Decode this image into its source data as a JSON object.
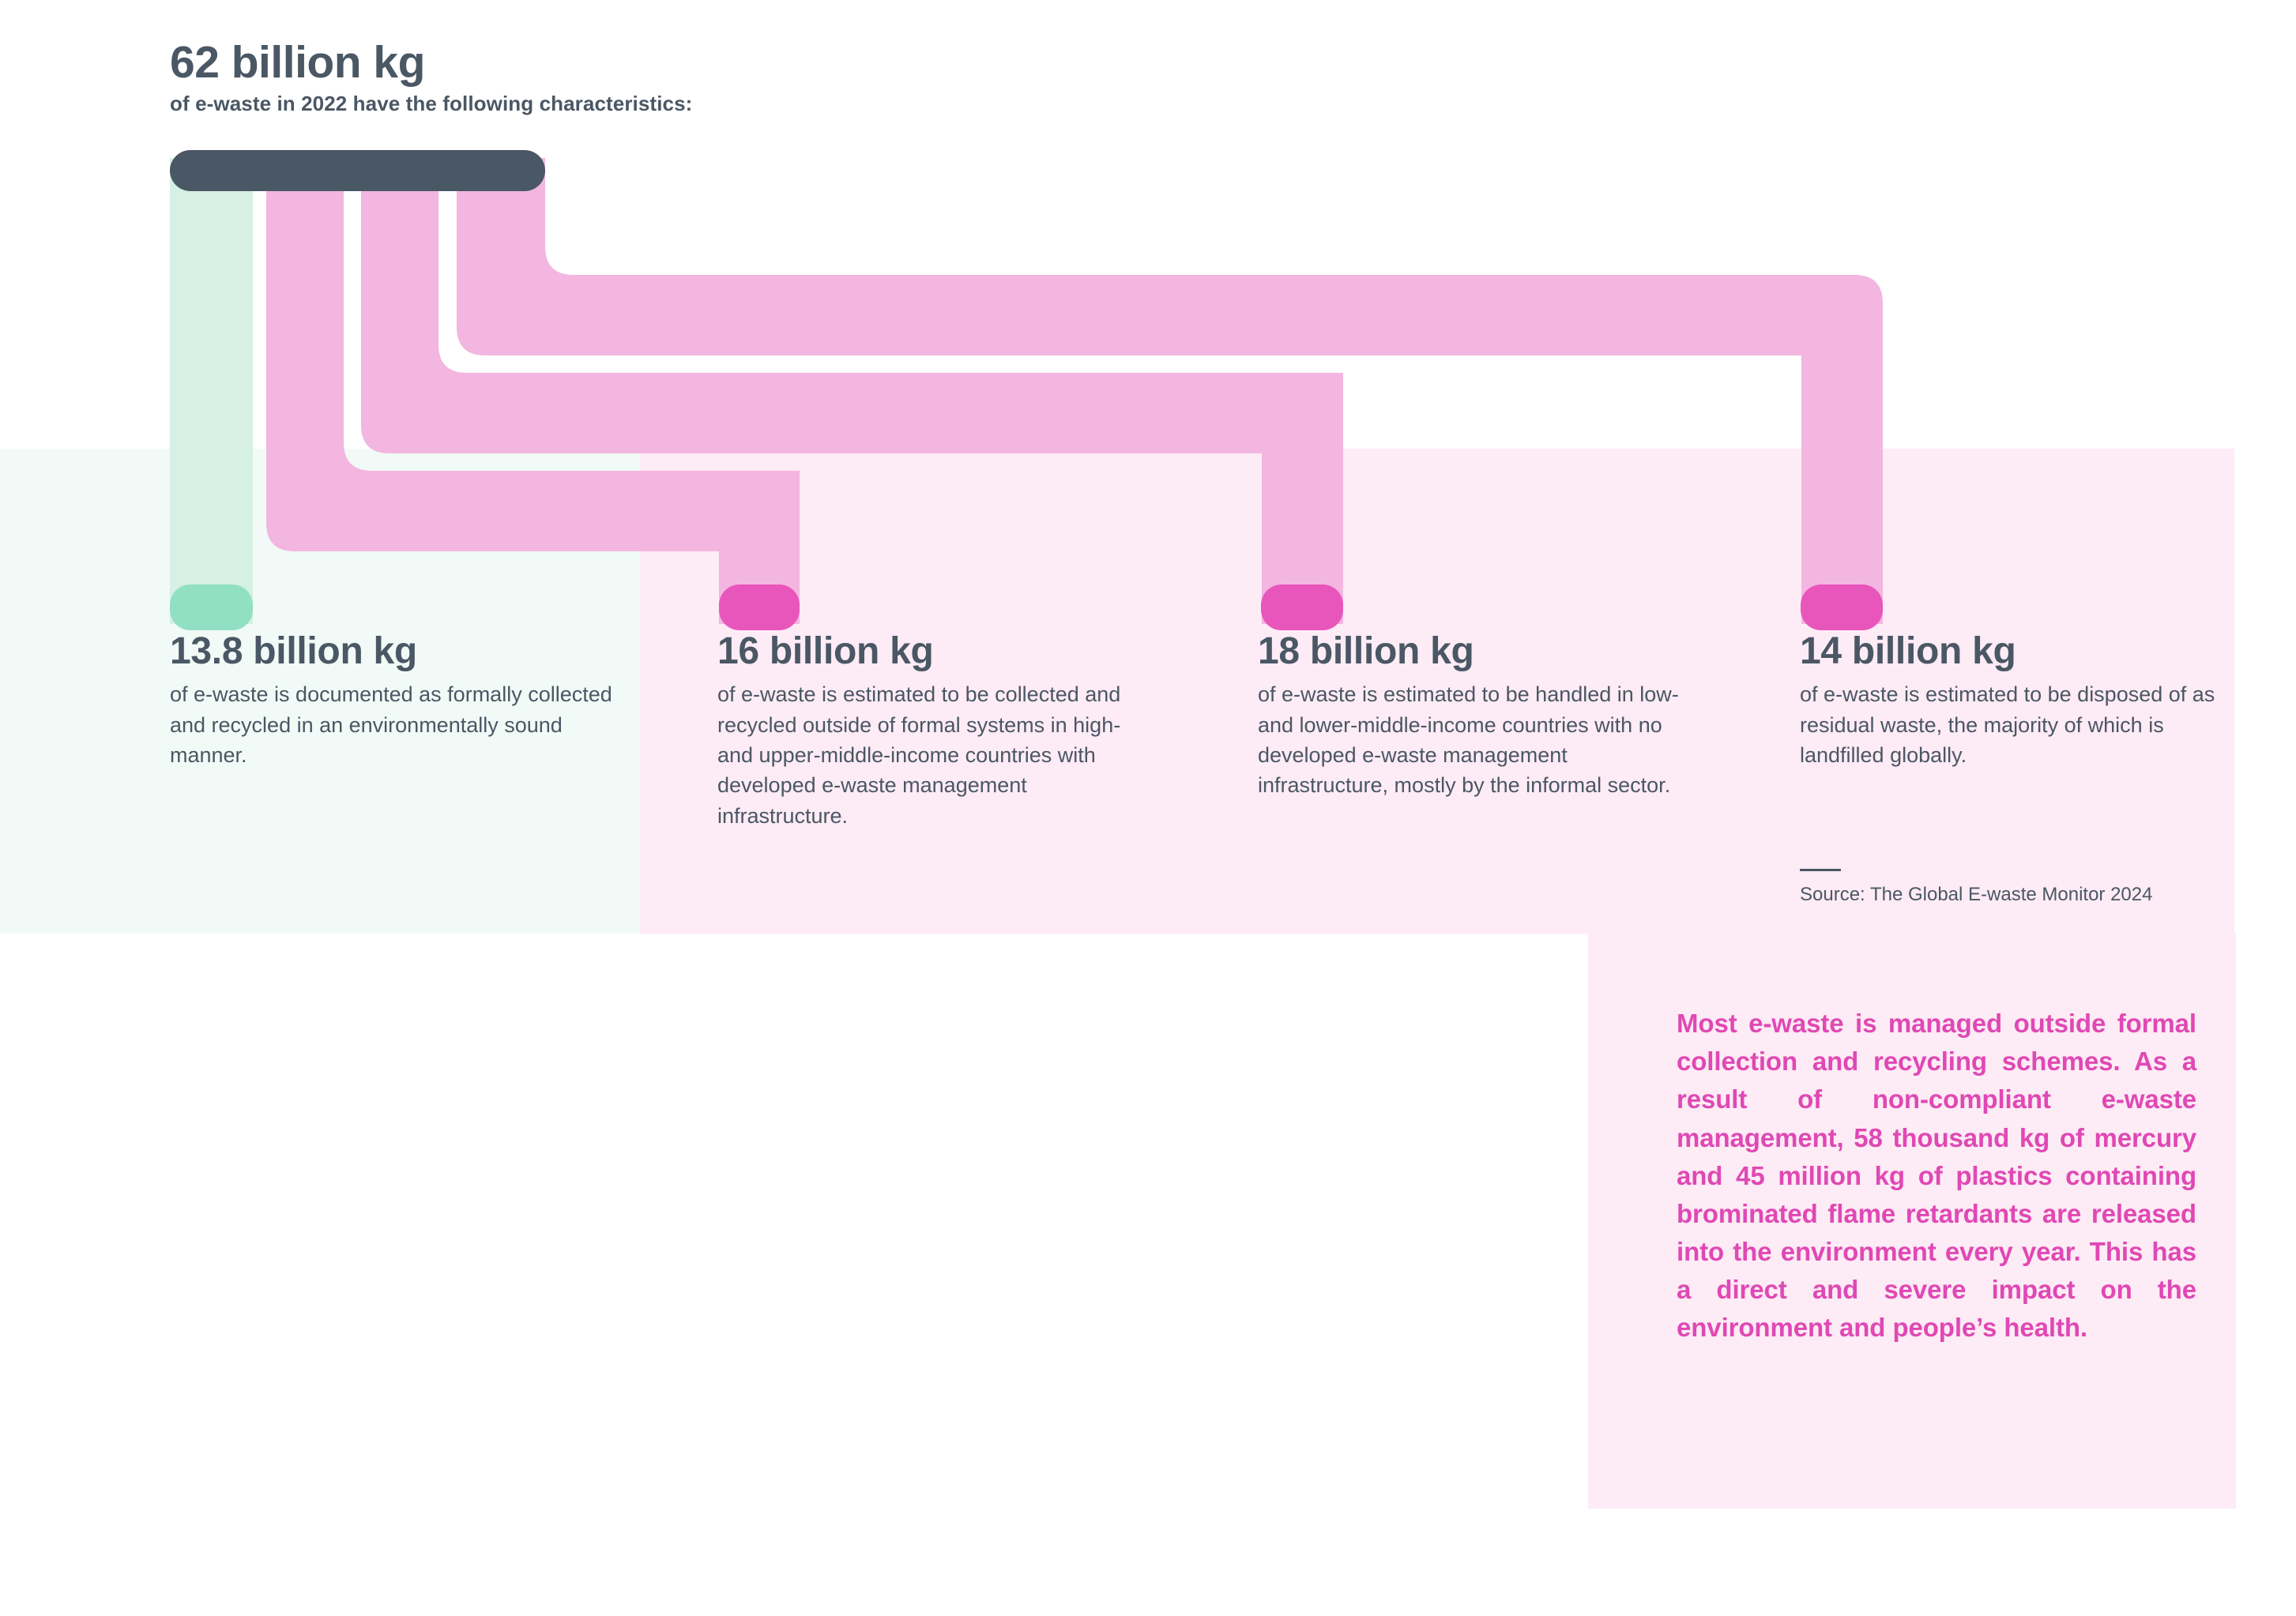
{
  "headline": {
    "value": "62 billion kg",
    "subtitle": "of e-waste in 2022 have the following characteristics:"
  },
  "colors": {
    "dark_node": "#4a5764",
    "mint_flow": "#d6f0e5",
    "mint_cap": "#91e0c4",
    "pink_flow": "#f2b6e0",
    "pink_cap": "#e856bc",
    "panel_mint": "#f1faf6",
    "panel_pink": "#fdebf5",
    "text_dark": "#4a5764",
    "accent_pink": "#e048b4"
  },
  "stats": [
    {
      "value": "13.8 billion kg",
      "description": "of e-waste is documented as formally collected and recycled in an environmentally sound manner.",
      "cap_color": "#91e0c4"
    },
    {
      "value": "16 billion kg",
      "description": "of e-waste is estimated to be collected and recycled outside of formal systems in high- and upper-middle-income countries with developed e-waste management infrastructure.",
      "cap_color": "#e856bc"
    },
    {
      "value": "18 billion kg",
      "description": "of e-waste is estimated to be handled in low- and lower-middle-income countries with no developed e-waste management infrastructure, mostly by the informal sector.",
      "cap_color": "#e856bc"
    },
    {
      "value": "14 billion kg",
      "description": "of e-waste is estimated to be disposed of as residual waste, the majority of which is landfilled globally.",
      "cap_color": "#e856bc"
    }
  ],
  "source": {
    "text": "Source: The Global E-waste Monitor 2024"
  },
  "callout": {
    "text": "Most e-waste is managed outside formal collection and recycling schemes. As a result of non-compliant e-waste management, 58 thousand kg of mercury and 45 million kg of plastics containing brominated flame retardants are released into the environment every year. This has a direct and severe impact on the environment and people’s health."
  },
  "chart_data": {
    "type": "sankey",
    "title": "62 billion kg of e-waste in 2022 have the following characteristics:",
    "source_node": {
      "label": "62 billion kg",
      "value": 62,
      "unit": "billion kg"
    },
    "flows": [
      {
        "label": "13.8 billion kg",
        "value": 13.8,
        "unit": "billion kg",
        "color": "#d6f0e5"
      },
      {
        "label": "16 billion kg",
        "value": 16,
        "unit": "billion kg",
        "color": "#f2b6e0"
      },
      {
        "label": "18 billion kg",
        "value": 18,
        "unit": "billion kg",
        "color": "#f2b6e0"
      },
      {
        "label": "14 billion kg",
        "value": 14,
        "unit": "billion kg",
        "color": "#f2b6e0"
      }
    ],
    "units": "billion kg",
    "source": "The Global E-waste Monitor 2024"
  }
}
